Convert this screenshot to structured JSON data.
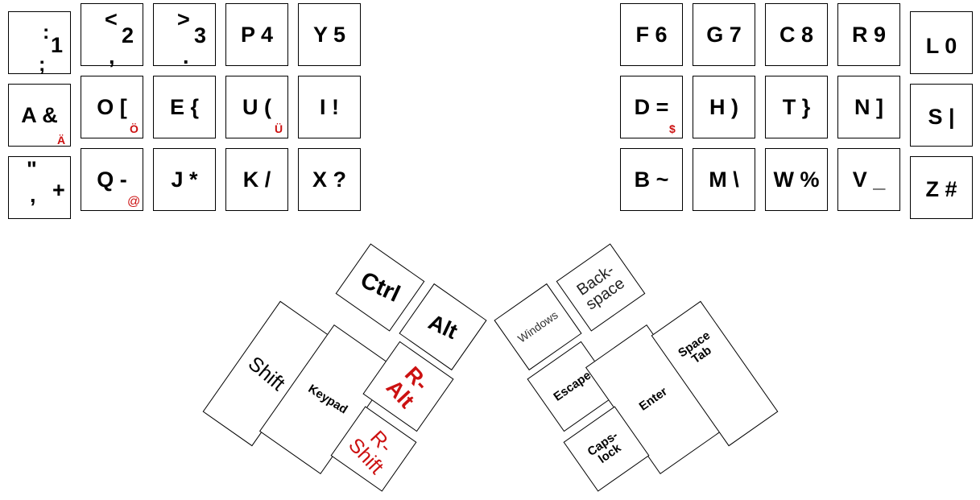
{
  "left_keys": {
    "r1": {
      "k1": {
        "top": ":",
        "bottom": ";",
        "main": "1"
      },
      "k2": {
        "top": "<",
        "bottom": ",",
        "main": "2"
      },
      "k3": {
        "top": ">",
        "bottom": ".",
        "main": "3"
      },
      "k4": {
        "main": "P 4"
      },
      "k5": {
        "main": "Y 5"
      }
    },
    "r2": {
      "k1": {
        "main": "A &",
        "alt": "Ä"
      },
      "k2": {
        "main": "O [",
        "alt": "Ö"
      },
      "k3": {
        "main": "E {"
      },
      "k4": {
        "main": "U (",
        "alt": "Ü"
      },
      "k5": {
        "main": "I !"
      }
    },
    "r3": {
      "k1": {
        "top": "\"",
        "bottom": ",",
        "main": "+"
      },
      "k2": {
        "main": "Q -",
        "alt": "@"
      },
      "k3": {
        "main": "J *"
      },
      "k4": {
        "main": "K /"
      },
      "k5": {
        "main": "X ?"
      }
    }
  },
  "right_keys": {
    "r1": {
      "k1": {
        "main": "F 6"
      },
      "k2": {
        "main": "G 7"
      },
      "k3": {
        "main": "C 8"
      },
      "k4": {
        "main": "R 9"
      },
      "k5": {
        "main": "L 0"
      }
    },
    "r2": {
      "k1": {
        "main": "D =",
        "alt": "$"
      },
      "k2": {
        "main": "H )"
      },
      "k3": {
        "main": "T }"
      },
      "k4": {
        "main": "N ]"
      },
      "k5": {
        "main": "S |"
      }
    },
    "r3": {
      "k1": {
        "main": "B ~"
      },
      "k2": {
        "main": "M \\"
      },
      "k3": {
        "main": "W %"
      },
      "k4": {
        "main": "V _"
      },
      "k5": {
        "main": "Z #"
      }
    }
  },
  "left_thumb": {
    "shift": "Shift",
    "keypad": "Keypad",
    "ctrl": "Ctrl",
    "alt": "Alt",
    "ralt": [
      "R-",
      "Alt"
    ],
    "rshift": [
      "R-",
      "Shift"
    ]
  },
  "right_thumb": {
    "windows": "Windows",
    "backspace": [
      "Back-",
      "space"
    ],
    "escape": "Escape",
    "enter": "Enter",
    "space_tab": [
      "Space",
      "Tab"
    ],
    "capslock": [
      "Caps-",
      "lock"
    ]
  },
  "colors": {
    "modifier_red": "#cc1111",
    "border": "#000000"
  }
}
